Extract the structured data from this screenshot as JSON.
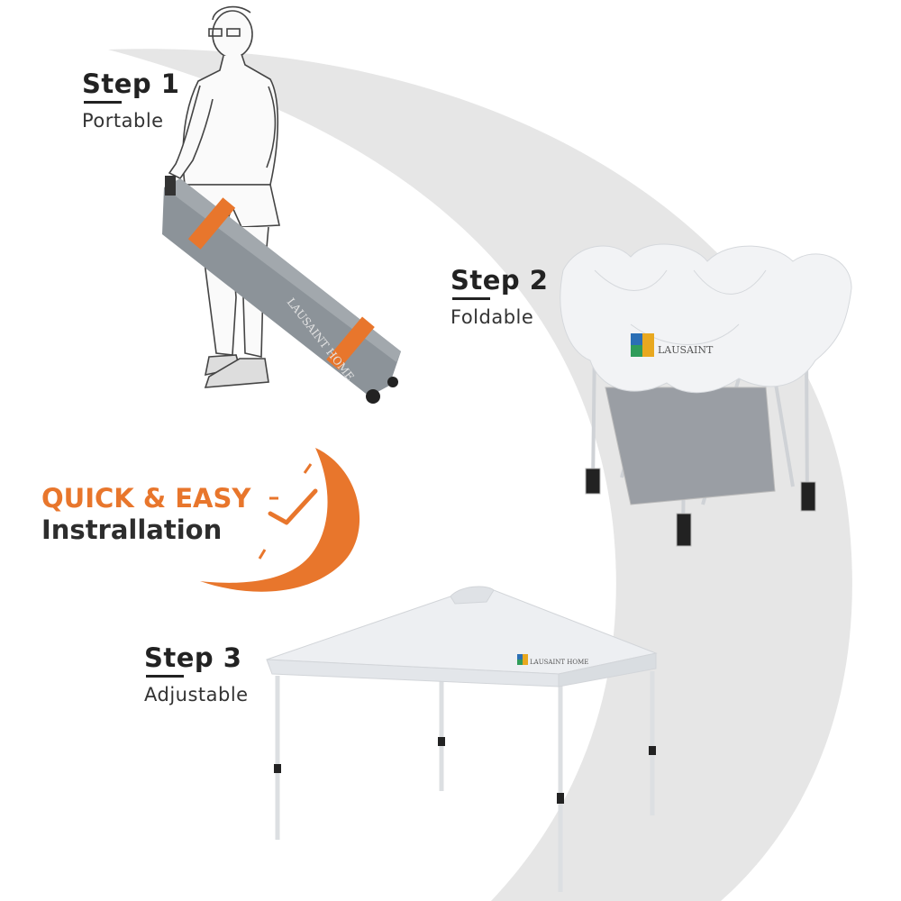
{
  "steps": [
    {
      "title": "Step 1",
      "subtitle": "Portable"
    },
    {
      "title": "Step 2",
      "subtitle": "Foldable"
    },
    {
      "title": "Step 3",
      "subtitle": "Adjustable"
    }
  ],
  "badge": {
    "line1": "QUICK & EASY",
    "line2": "Instrallation"
  },
  "brand": {
    "text": "LAUSAINT HOME"
  },
  "colors": {
    "accent": "#e8762c",
    "swoosh": "#e6e6e6",
    "bag": "#8c9399",
    "canopy": "#eef0f3"
  }
}
